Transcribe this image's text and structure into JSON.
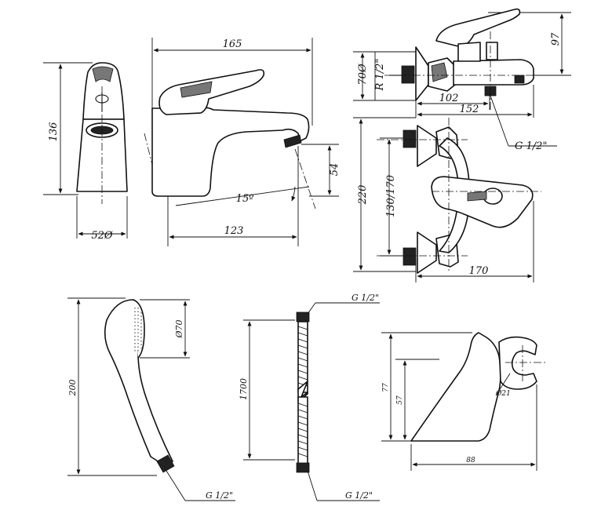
{
  "dimensions": {
    "mixer_front_height": "136",
    "mixer_front_diameter": "52Ø",
    "mixer_side_length": "165",
    "mixer_spout_height": "54",
    "mixer_spout_angle": "15º",
    "mixer_spout_reach": "123",
    "bath_top_height": "97",
    "bath_flange_diameter": "70Ø",
    "bath_inlet_thread": "R 1/2\"",
    "bath_depth_102": "102",
    "bath_depth_152": "152",
    "bath_outlet_thread": "G 1/2\"",
    "bath_front_height": "220",
    "bath_center_distance": "130/170",
    "bath_front_width": "170",
    "hand_shower_length": "200",
    "hand_shower_diameter": "Ø70",
    "hand_shower_thread": "G 1/2\"",
    "hose_length": "1700",
    "hose_top_thread": "G 1/2\"",
    "hose_bottom_thread": "G 1/2\"",
    "holder_height_77": "77",
    "holder_height_57": "57",
    "holder_clip_diameter": "Ø21",
    "holder_depth": "88"
  }
}
